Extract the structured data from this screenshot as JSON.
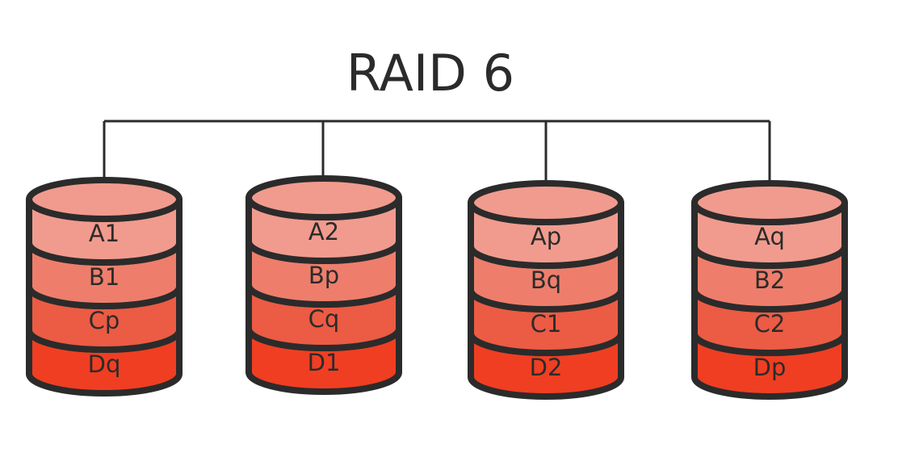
{
  "title": "RAID 6",
  "colors": {
    "outline": "#2b2b2b",
    "stripe_fills": [
      "#f19b8e",
      "#ee7e6b",
      "#ec5b44",
      "#f03e22"
    ]
  },
  "disks": [
    {
      "name": "disk-1",
      "blocks": [
        "A1",
        "B1",
        "Cp",
        "Dq"
      ]
    },
    {
      "name": "disk-2",
      "blocks": [
        "A2",
        "Bp",
        "Cq",
        "D1"
      ]
    },
    {
      "name": "disk-3",
      "blocks": [
        "Ap",
        "Bq",
        "C1",
        "D2"
      ]
    },
    {
      "name": "disk-4",
      "blocks": [
        "Aq",
        "B2",
        "C2",
        "Dp"
      ]
    }
  ]
}
